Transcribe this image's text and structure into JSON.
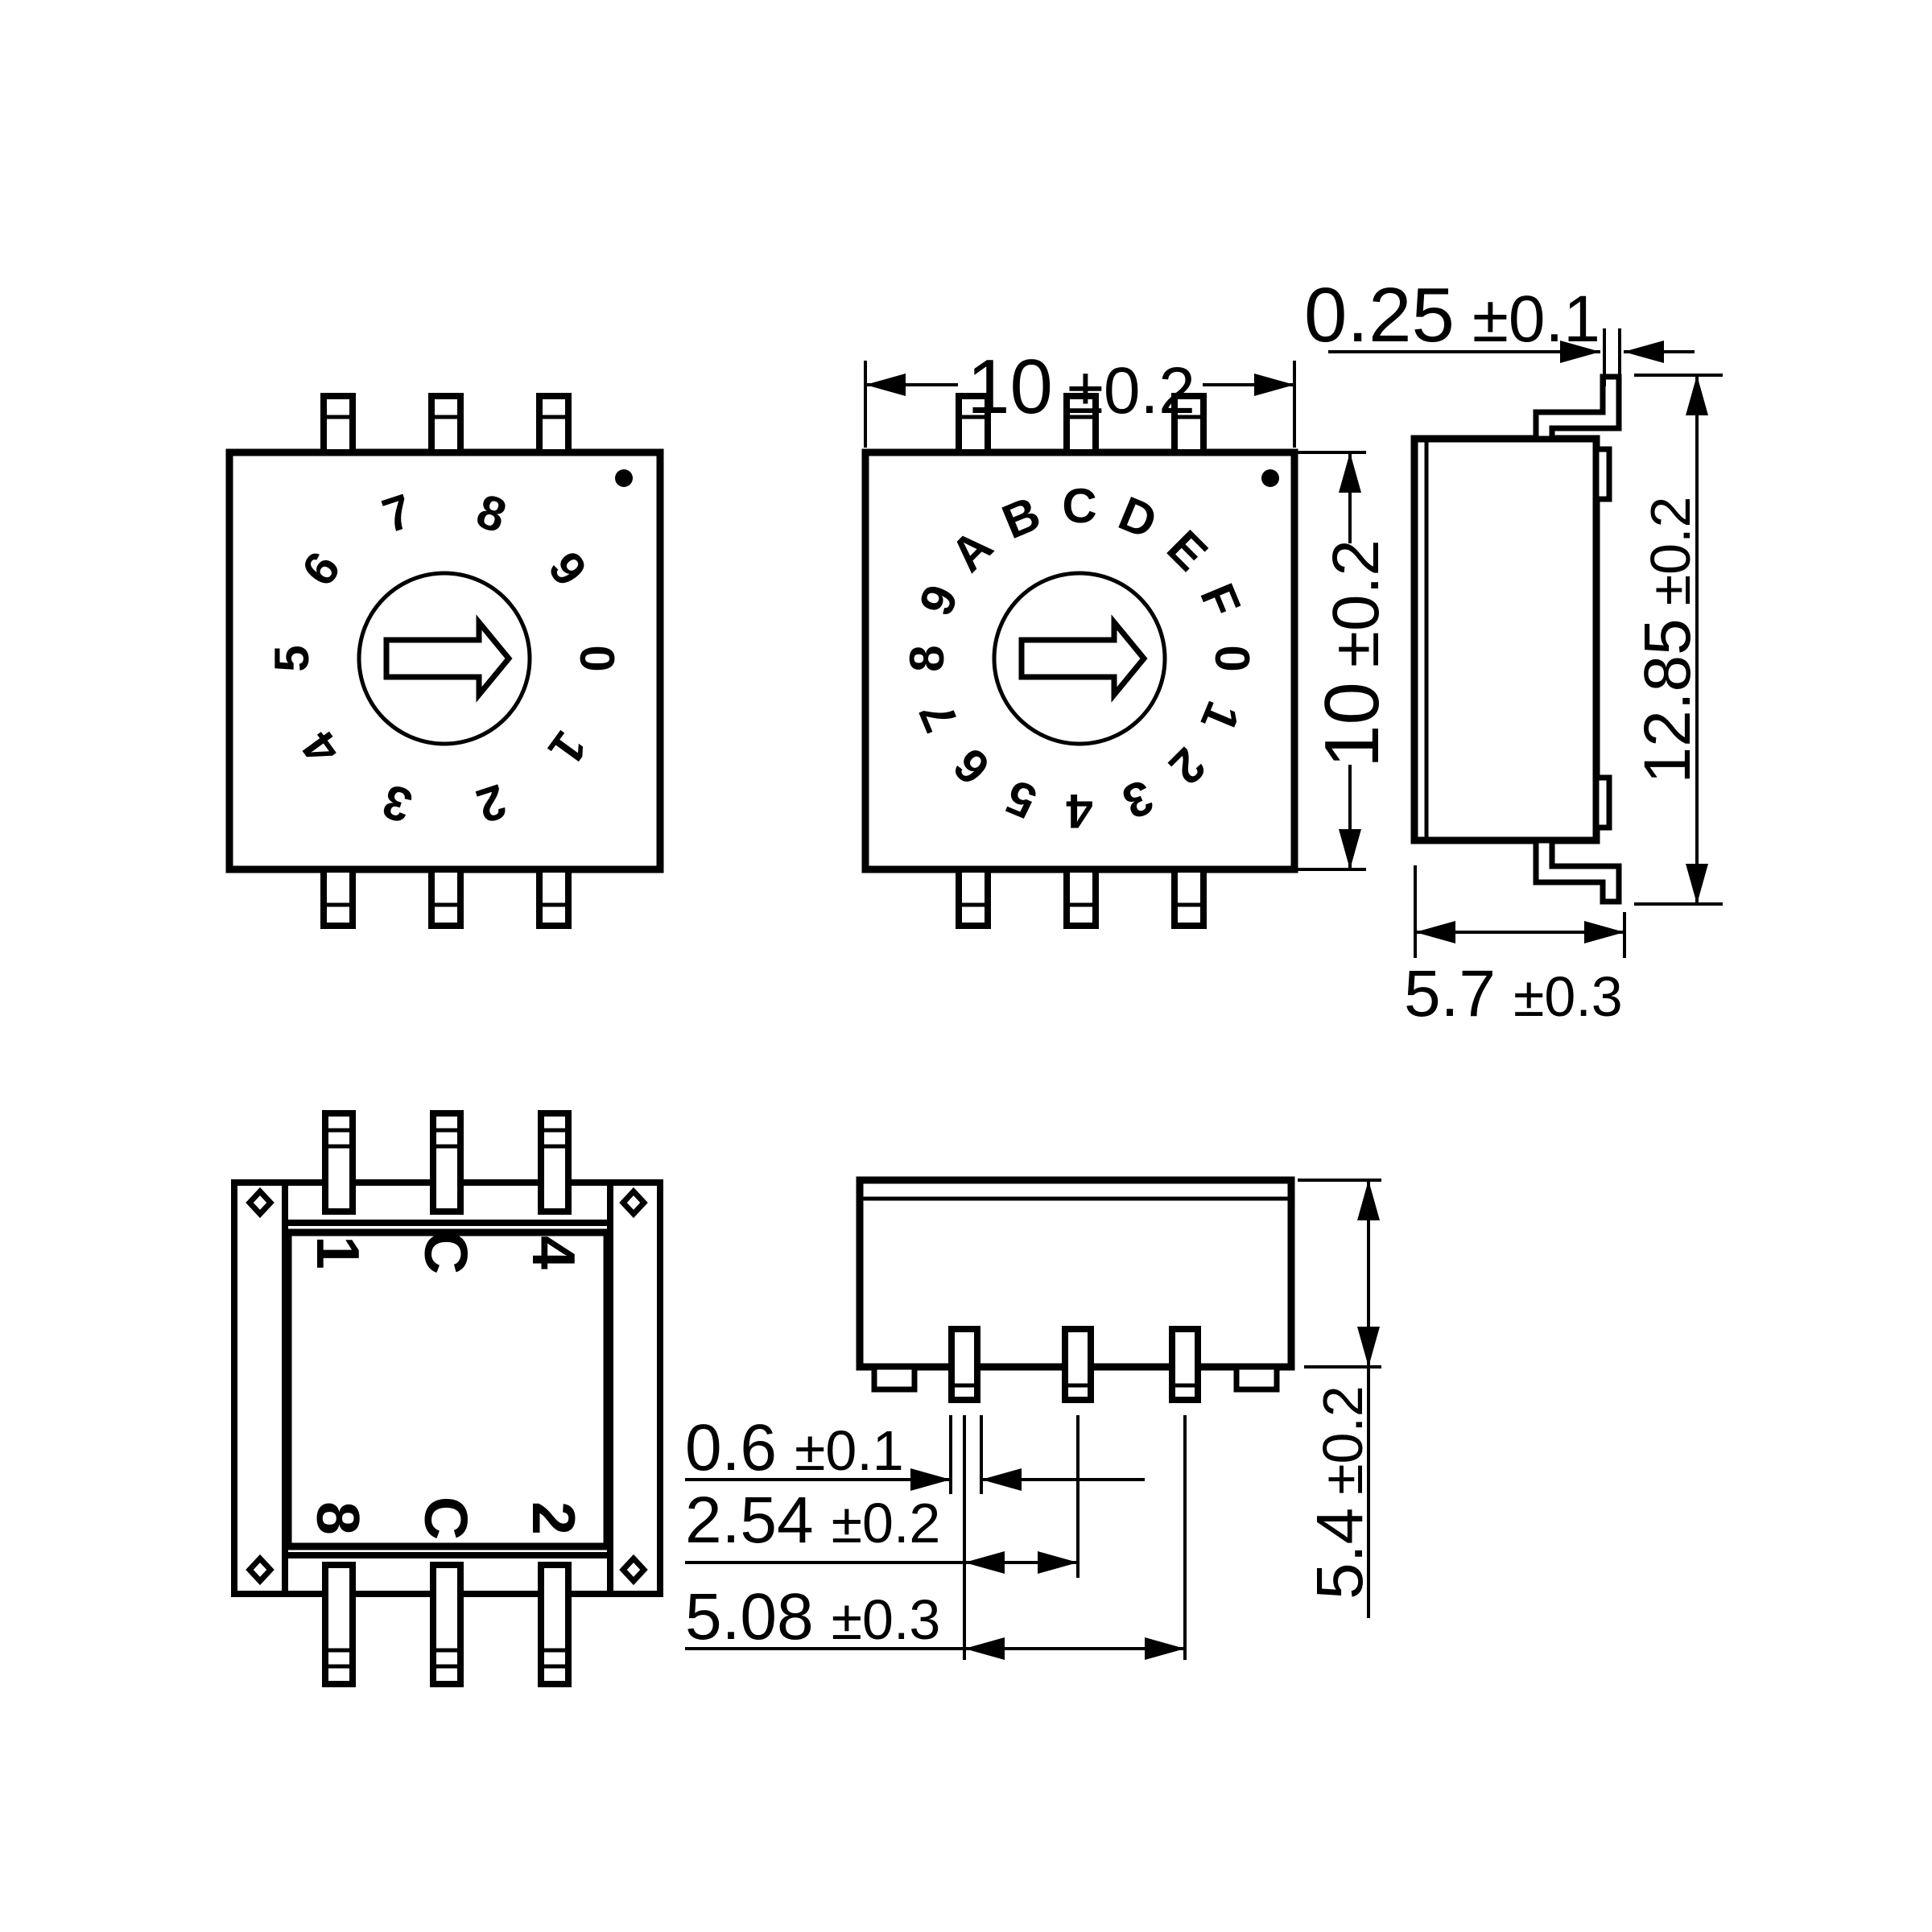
{
  "drawing": {
    "front_view_decimal": {
      "dial_characters": [
        "0",
        "1",
        "2",
        "3",
        "4",
        "5",
        "6",
        "7",
        "8",
        "9"
      ]
    },
    "front_view_hex": {
      "dial_characters": [
        "0",
        "1",
        "2",
        "3",
        "4",
        "5",
        "6",
        "7",
        "8",
        "9",
        "A",
        "B",
        "C",
        "D",
        "E",
        "F"
      ]
    },
    "rear_view": {
      "pad_labels_top": [
        "1",
        "C",
        "4"
      ],
      "pad_labels_bottom": [
        "8",
        "C",
        "2"
      ]
    },
    "dimensions": {
      "body_width": {
        "value": "10",
        "tolerance": "±0.2"
      },
      "body_height": {
        "value": "10",
        "tolerance": "±0.2"
      },
      "lead_thickness": {
        "value": "0.25",
        "tolerance": "±0.1"
      },
      "overall_height": {
        "value": "12.85",
        "tolerance": "±0.2"
      },
      "body_depth": {
        "value": "5.7",
        "tolerance": "±0.3"
      },
      "pin_width": {
        "value": "0.6",
        "tolerance": "±0.1"
      },
      "pin_pitch": {
        "value": "2.54",
        "tolerance": "±0.2"
      },
      "pin_span": {
        "value": "5.08",
        "tolerance": "±0.3"
      },
      "seated_height": {
        "value": "5.4",
        "tolerance": "±0.2"
      }
    },
    "colors": {
      "line": "#000000",
      "background": "#ffffff"
    }
  }
}
